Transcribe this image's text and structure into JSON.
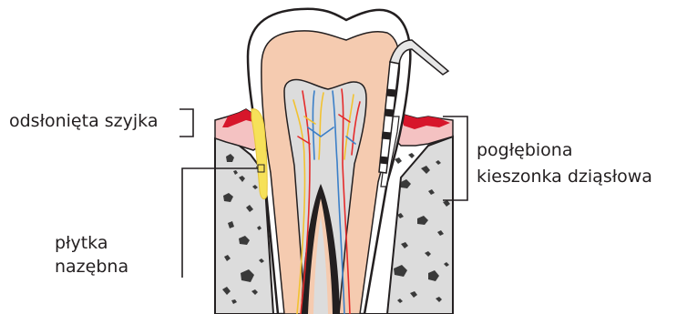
{
  "labels": {
    "exposed_neck": "odsłonięta szyjka",
    "plaque_line1": "płytka",
    "plaque_line2": "nazębna",
    "pocket_line1": "pogłębiona",
    "pocket_line2": "kieszonka dziąsłowa"
  },
  "colors": {
    "enamel": "#ffffff",
    "dentin": "#f5cbb0",
    "pulp": "#dcdcdc",
    "bone": "#dcdcdc",
    "gum_red": "#d7162b",
    "plaque": "#f6e15a",
    "nerve_yellow": "#f2c230",
    "artery_red": "#e52b2b",
    "vein_blue": "#3b7fc8",
    "outline": "#231f20"
  },
  "icons": {
    "instrument": "periodontal-probe-icon"
  }
}
